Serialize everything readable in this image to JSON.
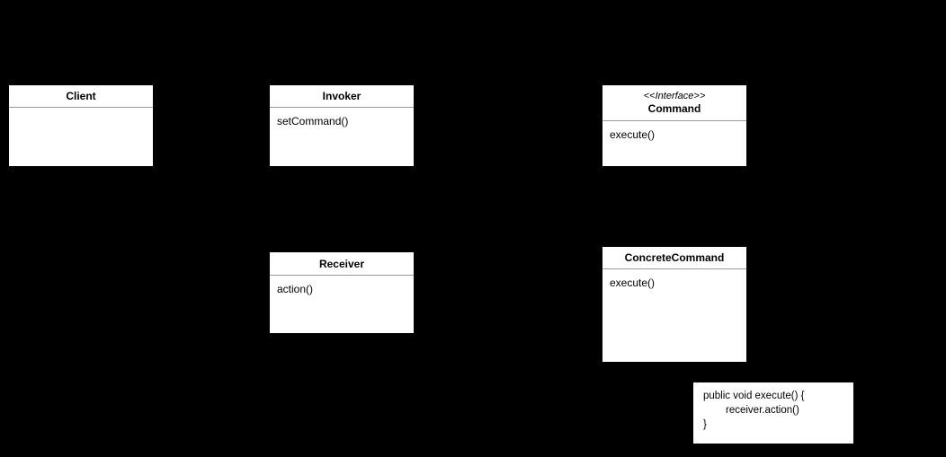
{
  "diagram": {
    "colors": {
      "background": "#000000",
      "box_fill": "#ffffff",
      "box_text": "#000000",
      "divider": "#999999"
    },
    "classes": [
      {
        "name": "Client",
        "stereotype": "",
        "methods": []
      },
      {
        "name": "Invoker",
        "stereotype": "",
        "methods": [
          "setCommand()"
        ]
      },
      {
        "name": "Command",
        "stereotype": "<<Interface>>",
        "methods": [
          "execute()"
        ]
      },
      {
        "name": "Receiver",
        "stereotype": "",
        "methods": [
          "action()"
        ]
      },
      {
        "name": "ConcreteCommand",
        "stereotype": "",
        "methods": [
          "execute()"
        ]
      }
    ],
    "note": {
      "lines": [
        "public void execute() {",
        "receiver.action()",
        "}"
      ]
    }
  }
}
